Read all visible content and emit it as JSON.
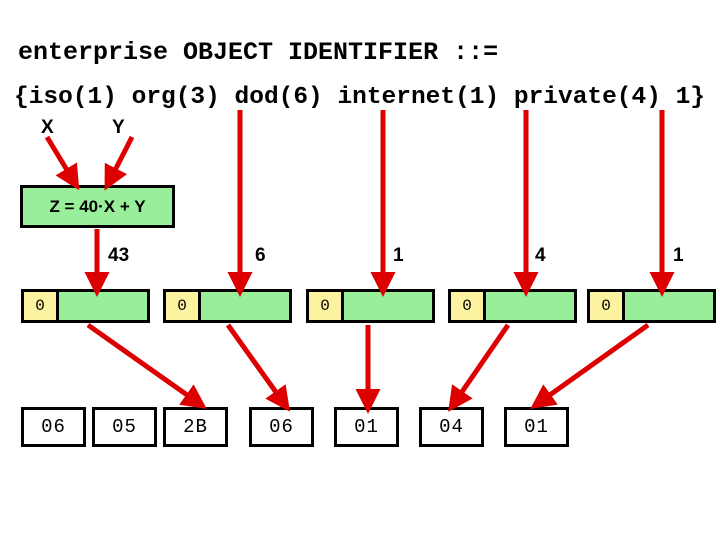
{
  "diagram": {
    "title_line": "enterprise OBJECT IDENTIFIER ::=",
    "oid_line": "{iso(1) org(3) dod(6) internet(1) private(4) 1}",
    "labels": {
      "x": "X",
      "y": "Y"
    },
    "formula": "Z = 40·X + Y",
    "colors": {
      "arrow_red": "#dd0000",
      "box_green": "#99ee99",
      "flag_yellow": "#fcf2a0",
      "border_black": "#000000",
      "background": "#ffffff"
    },
    "subidentifier_numbers": [
      "43",
      "6",
      "1",
      "4",
      "1"
    ],
    "oid_boxes": [
      {
        "flag": "0",
        "value": ""
      },
      {
        "flag": "0",
        "value": ""
      },
      {
        "flag": "0",
        "value": ""
      },
      {
        "flag": "0",
        "value": ""
      },
      {
        "flag": "0",
        "value": ""
      }
    ],
    "hex_bytes": [
      "06",
      "05",
      "2B",
      "06",
      "01",
      "04",
      "01"
    ]
  }
}
